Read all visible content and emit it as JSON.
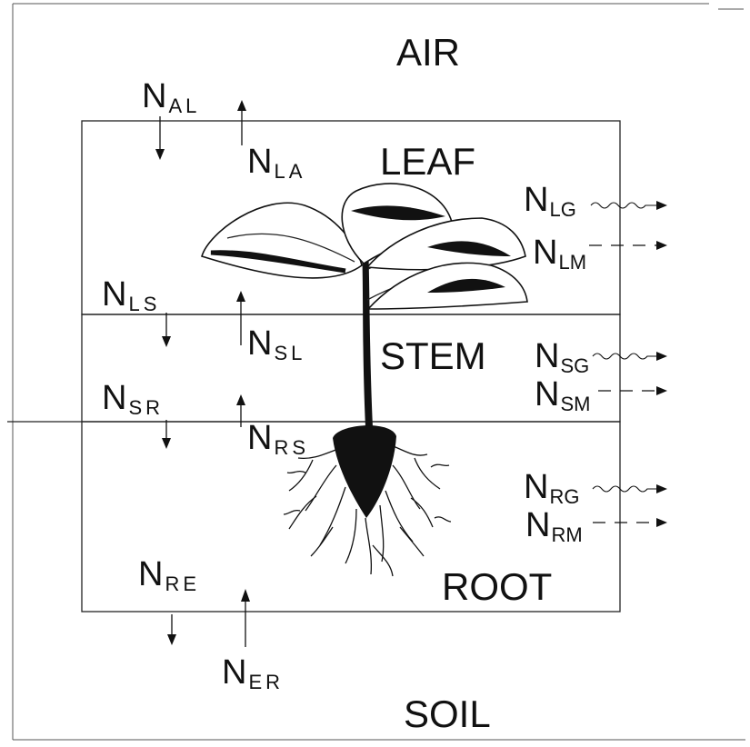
{
  "regions": {
    "air": "AIR",
    "leaf": "LEAF",
    "stem": "STEM",
    "root": "ROOT",
    "soil": "SOIL"
  },
  "fluxes": {
    "al": {
      "main": "N",
      "sub": "AL"
    },
    "la": {
      "main": "N",
      "sub": "LA"
    },
    "ls": {
      "main": "N",
      "sub": "LS"
    },
    "sl": {
      "main": "N",
      "sub": "SL"
    },
    "sr": {
      "main": "N",
      "sub": "SR"
    },
    "rs": {
      "main": "N",
      "sub": "RS"
    },
    "re": {
      "main": "N",
      "sub": "RE"
    },
    "er": {
      "main": "N",
      "sub": "ER"
    },
    "lg": {
      "main": "N",
      "sub": "LG"
    },
    "lm": {
      "main": "N",
      "sub": "LM"
    },
    "sg": {
      "main": "N",
      "sub": "SG"
    },
    "sm": {
      "main": "N",
      "sub": "SM"
    },
    "rg": {
      "main": "N",
      "sub": "RG"
    },
    "rm": {
      "main": "N",
      "sub": "RM"
    }
  }
}
